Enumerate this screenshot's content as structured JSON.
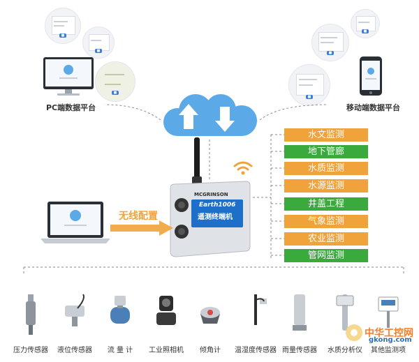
{
  "colors": {
    "cloud": "#5ca9e8",
    "orange": "#f0a33b",
    "green": "#3aaa3c",
    "device_body": "#dfe2e6",
    "badge_blue": "#1d6fc9"
  },
  "platforms": {
    "pc_label": "PC端数据平台",
    "mobile_label": "移动端数据平台"
  },
  "wireless_label": "无线配置",
  "device": {
    "brand": "MCGRINSON",
    "model": "Earth1006",
    "badge_text": "遥测终端机"
  },
  "categories": [
    {
      "label": "水文监测",
      "color": "orange"
    },
    {
      "label": "地下管廊",
      "color": "green"
    },
    {
      "label": "水质监测",
      "color": "orange"
    },
    {
      "label": "水源监测",
      "color": "orange"
    },
    {
      "label": "井盖工程",
      "color": "green"
    },
    {
      "label": "气象监测",
      "color": "orange"
    },
    {
      "label": "农业监测",
      "color": "orange"
    },
    {
      "label": "管网监测",
      "color": "green"
    }
  ],
  "sensors": [
    {
      "label": "压力传感器",
      "icon": "pressure-sensor-icon"
    },
    {
      "label": "液位传感器",
      "icon": "level-sensor-icon"
    },
    {
      "label": "流 量 计",
      "icon": "flowmeter-icon"
    },
    {
      "label": "工业照相机",
      "icon": "camera-icon"
    },
    {
      "label": "倾角计",
      "icon": "inclinometer-icon"
    },
    {
      "label": "温湿度传感器",
      "icon": "temp-humidity-sensor-icon"
    },
    {
      "label": "雨量传感器",
      "icon": "rain-gauge-icon"
    },
    {
      "label": "水质分析仪",
      "icon": "water-analyzer-icon"
    },
    {
      "label": "其他监测项",
      "icon": "other-icon"
    }
  ],
  "watermark": {
    "main": "中华工控网",
    "url": "gkong.com"
  }
}
